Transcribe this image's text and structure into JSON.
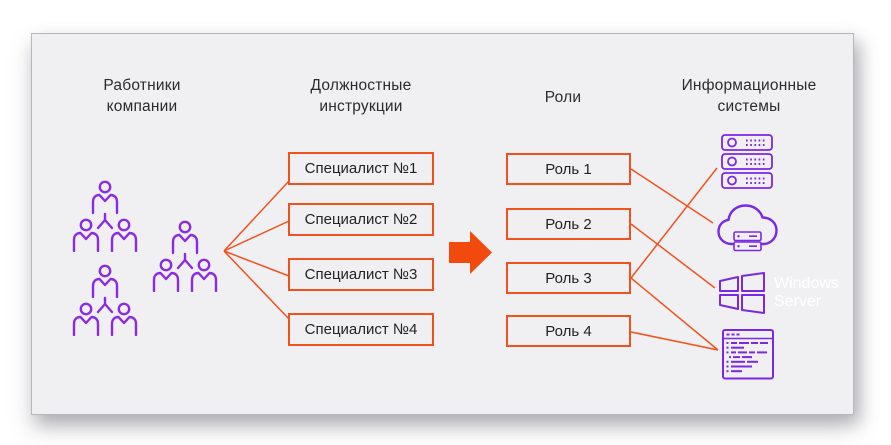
{
  "diagram": {
    "headers": {
      "employees": "Работники компании",
      "job_descriptions": "Должностные инструкции",
      "roles": "Роли",
      "systems": "Информационные системы"
    },
    "specialists": [
      "Специалист №1",
      "Специалист №2",
      "Специалист №3",
      "Специалист №4"
    ],
    "roles": [
      "Роль 1",
      "Роль 2",
      "Роль 3",
      "Роль 4"
    ],
    "systems": {
      "windows_label": "Windows Server"
    },
    "connections": {
      "left_fan": "employees-to-specialists",
      "right_fan": [
        "Роль 1→cloud",
        "Роль 2→windows",
        "Роль 3→servers",
        "Роль 3→code",
        "Роль 4→code"
      ]
    },
    "icons": [
      "people-group-icon",
      "arrow-right-icon",
      "server-rack-icon",
      "cloud-server-icon",
      "windows-logo-icon",
      "code-window-icon"
    ],
    "colors": {
      "accent_orange": "#f1521d",
      "arrow_orange": "#f24a0d",
      "people_purple": "#8a2be2",
      "icon_purple": "#7b27e6",
      "panel_bg": "#f0f0f2",
      "text": "#2b2b2b",
      "windows_text": "#ffffff"
    }
  }
}
